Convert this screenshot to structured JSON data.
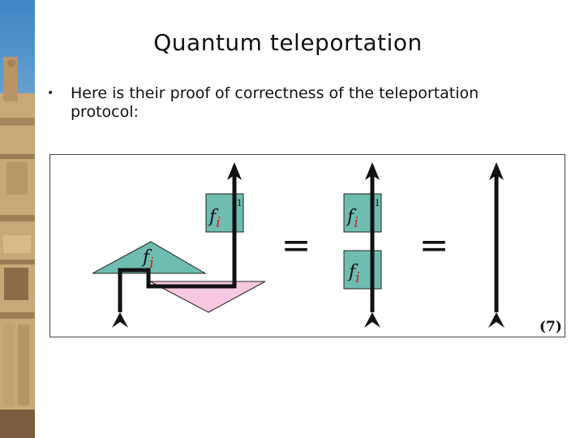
{
  "slide": {
    "title": "Quantum teleportation",
    "bullet": "Here is their proof of correctness of the teleportation protocol:",
    "bullet_marker": "•"
  },
  "figure": {
    "box_label_inverse": "f",
    "box_label_inverse_sub": "i",
    "box_label_inverse_sup": "-1",
    "box_label": "f",
    "box_label_sub": "i",
    "triangle_label": "f",
    "triangle_label_sub": "i",
    "equals_symbol": "=",
    "equation_number": "(7)",
    "colors": {
      "teal": "#6fbcb0",
      "pink": "#f8c8e0",
      "subscript_red": "#d62020",
      "wire": "#111111"
    }
  }
}
